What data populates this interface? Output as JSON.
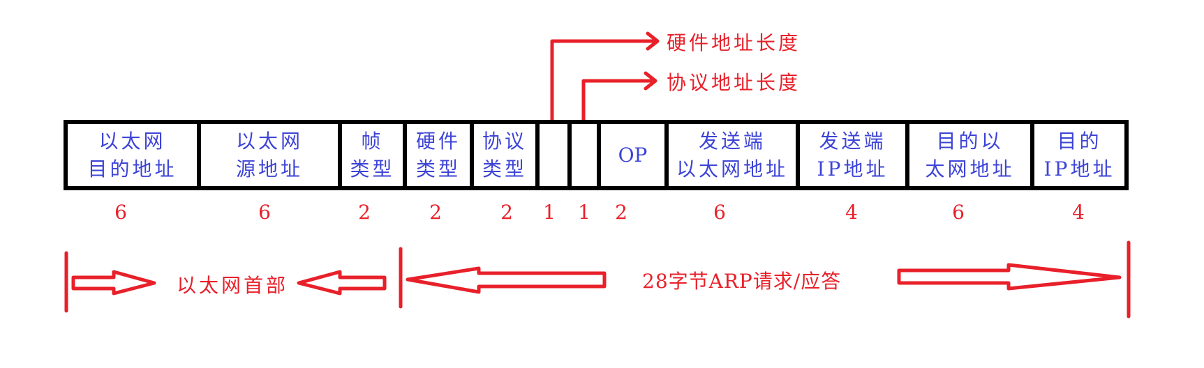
{
  "title": "ARP packet format",
  "colors": {
    "field_text": "#3d44d6",
    "annotation": "#e8202a",
    "border": "#000000"
  },
  "fields": [
    {
      "line1": "以太网",
      "line2": "目的地址",
      "bytes": "6"
    },
    {
      "line1": "以太网",
      "line2": "源地址",
      "bytes": "6"
    },
    {
      "line1": "帧",
      "line2": "类型",
      "bytes": "2"
    },
    {
      "line1": "硬件",
      "line2": "类型",
      "bytes": "2"
    },
    {
      "line1": "协议",
      "line2": "类型",
      "bytes": "2"
    },
    {
      "line1": "",
      "line2": "",
      "bytes": "1"
    },
    {
      "line1": "",
      "line2": "",
      "bytes": "1"
    },
    {
      "line1": "OP",
      "line2": "",
      "bytes": "2"
    },
    {
      "line1": "发送端",
      "line2": "以太网地址",
      "bytes": "6"
    },
    {
      "line1": "发送端",
      "line2": "IP地址",
      "bytes": "4"
    },
    {
      "line1": "目的以",
      "line2": "太网地址",
      "bytes": "6"
    },
    {
      "line1": "目的",
      "line2": "IP地址",
      "bytes": "4"
    }
  ],
  "callouts": {
    "hardware_addr_len": "硬件地址长度",
    "protocol_addr_len": "协议地址长度"
  },
  "spans": {
    "ethernet_header": "以太网首部",
    "arp_body": "28字节ARP请求/应答"
  }
}
